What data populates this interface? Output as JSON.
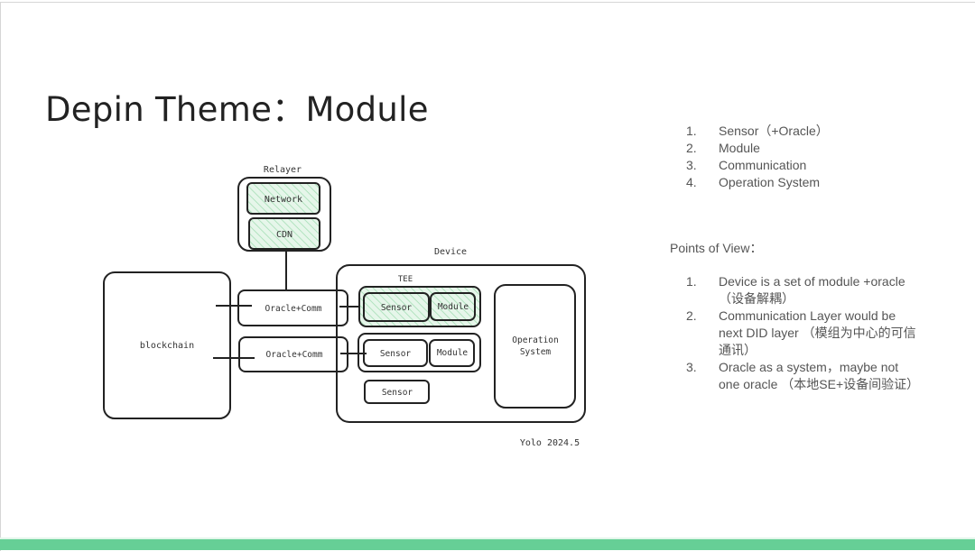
{
  "slide": {
    "title": "Depin Theme：Module",
    "accent_color": "#66cf96"
  },
  "diagram": {
    "relayer": {
      "label": "Relayer",
      "items": [
        "Network",
        "CDN"
      ]
    },
    "blockchain": {
      "label": "blockchain"
    },
    "oracle_comm": [
      "Oracle+Comm",
      "Oracle+Comm"
    ],
    "device": {
      "label": "Device",
      "tee": {
        "label": "TEE",
        "sensor": "Sensor",
        "module": "Module"
      },
      "group2": {
        "sensor": "Sensor",
        "module": "Module"
      },
      "standalone_sensor": "Sensor",
      "os": {
        "line1": "Operation",
        "line2": "System"
      }
    },
    "signature": "Yolo 2024.5",
    "hatch_color": "#9fdcb0",
    "fill_color": "#e6f6ea"
  },
  "components_list": [
    {
      "num": "1.",
      "text": "Sensor（+Oracle）"
    },
    {
      "num": "2.",
      "text": "Module"
    },
    {
      "num": "3.",
      "text": "Communication"
    },
    {
      "num": "4.",
      "text": "Operation System"
    }
  ],
  "points_of_view": {
    "label": "Points of View：",
    "items": [
      {
        "num": "1.",
        "text": "Device is a set of module +oracle（设备解耦）"
      },
      {
        "num": "2.",
        "text": "Communication Layer would be next DID layer （模组为中心的可信通讯）"
      },
      {
        "num": "3.",
        "text": "Oracle as a system，maybe not one oracle （本地SE+设备间验证）"
      }
    ]
  }
}
